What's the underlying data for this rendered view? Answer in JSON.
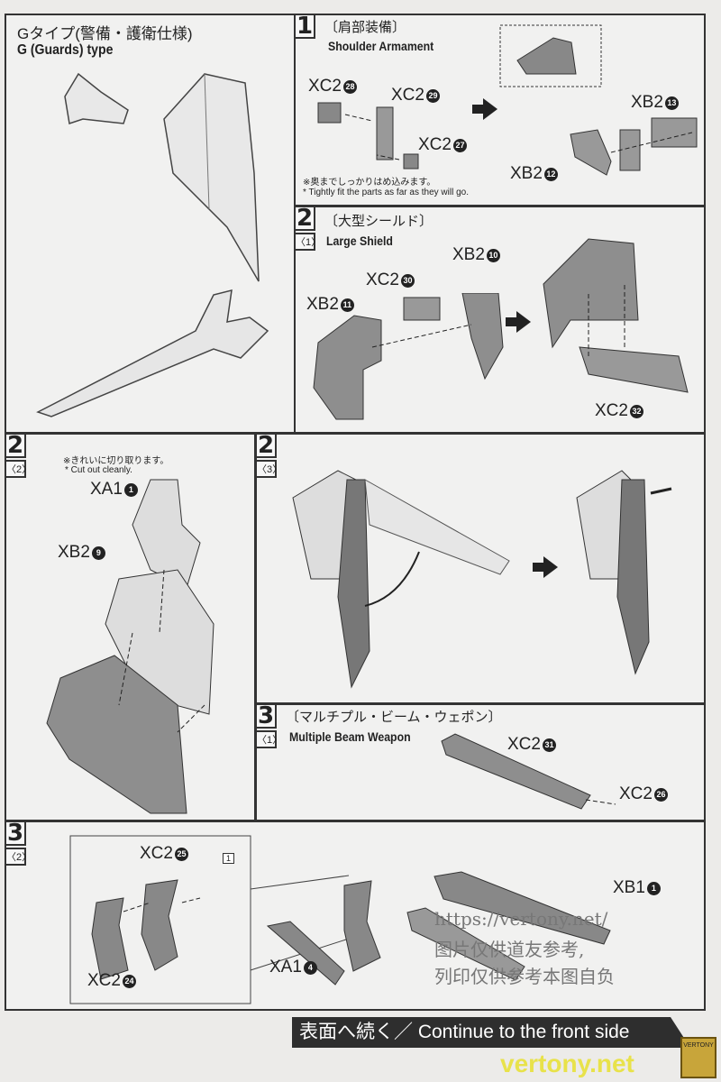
{
  "g_type": {
    "title_jp": "Gタイプ(警備・護衛仕様)",
    "title_en": "G (Guards) type"
  },
  "step1": {
    "number": "1",
    "title_jp": "〔肩部装備〕",
    "title_en": "Shoulder Armament",
    "parts": [
      {
        "code": "XC2",
        "num": "28"
      },
      {
        "code": "XC2",
        "num": "29"
      },
      {
        "code": "XC2",
        "num": "27"
      },
      {
        "code": "XB2",
        "num": "13"
      },
      {
        "code": "XB2",
        "num": "12"
      }
    ],
    "note_jp": "※奥までしっかりはめ込みます。",
    "note_en": "* Tightly fit the parts as far as they will go."
  },
  "step2_1": {
    "number": "2",
    "sub": "〈1〉",
    "title_jp": "〔大型シールド〕",
    "title_en": "Large Shield",
    "parts": [
      {
        "code": "XB2",
        "num": "10"
      },
      {
        "code": "XC2",
        "num": "30"
      },
      {
        "code": "XB2",
        "num": "11"
      },
      {
        "code": "XC2",
        "num": "32"
      }
    ]
  },
  "step2_2": {
    "number": "2",
    "sub": "〈2〉",
    "note_jp": "※きれいに切り取ります。",
    "note_en": "* Cut out cleanly.",
    "parts": [
      {
        "code": "XA1",
        "num": "1"
      },
      {
        "code": "XB2",
        "num": "9"
      }
    ]
  },
  "step2_3": {
    "number": "2",
    "sub": "〈3〉"
  },
  "step3_1": {
    "number": "3",
    "sub": "〈1〉",
    "title_jp": "〔マルチプル・ビーム・ウェポン〕",
    "title_en": "Multiple Beam Weapon",
    "parts": [
      {
        "code": "XC2",
        "num": "31"
      },
      {
        "code": "XC2",
        "num": "26"
      }
    ]
  },
  "step3_2": {
    "number": "3",
    "sub": "〈2〉",
    "ref_tag": "1",
    "parts": [
      {
        "code": "XC2",
        "num": "25"
      },
      {
        "code": "XC2",
        "num": "24"
      },
      {
        "code": "XA1",
        "num": "4"
      },
      {
        "code": "XB1",
        "num": "1"
      }
    ]
  },
  "footer": {
    "continue": "表面へ続く／ Continue to the front side"
  },
  "watermark": {
    "url": "https://vertony.net/",
    "line1": "图片仅供道友参考,",
    "line2": "列印仅供参考本图自负",
    "brand": "vertony.net",
    "logo": "VERTONY"
  }
}
